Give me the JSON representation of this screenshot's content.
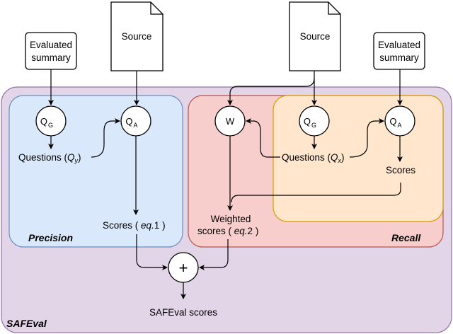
{
  "nodes": {
    "evaluated_summary_left": {
      "line1": "Evaluated",
      "line2": "summary"
    },
    "evaluated_summary_right": {
      "line1": "Evaluated",
      "line2": "summary"
    },
    "source_left": "Source",
    "source_right": "Source",
    "qg_precision": {
      "main": "Q",
      "sub": "G"
    },
    "qa_precision": {
      "main": "Q",
      "sub": "A"
    },
    "w_recall": "W",
    "qg_recall": {
      "main": "Q",
      "sub": "G"
    },
    "qa_recall": {
      "main": "Q",
      "sub": "A"
    },
    "plus": "+"
  },
  "labels": {
    "questions_precision": {
      "prefix": "Questions (",
      "var": "Q",
      "var_sub": "y",
      "suffix": ")"
    },
    "questions_recall": {
      "prefix": "Questions (",
      "var": "Q",
      "var_sub": "x",
      "suffix": ")"
    },
    "scores_precision": {
      "prefix": "Scores ( ",
      "eq": "eq.",
      "eq_num": "1",
      "suffix": " )"
    },
    "weighted_scores": {
      "line1": "Weighted",
      "prefix": "scores ( ",
      "eq": "eq.",
      "eq_num": "2",
      "suffix": " )"
    },
    "scores_recall": "Scores",
    "safeval_scores": "SAFEval scores"
  },
  "regions": {
    "precision": "Precision",
    "recall": "Recall",
    "safeval": "SAFEval"
  },
  "colors": {
    "safeval_fill": "#e1d5e7",
    "safeval_stroke": "#9673a6",
    "precision_fill": "#dae8fc",
    "precision_stroke": "#6c8ebf",
    "recall_fill": "#f8cecc",
    "recall_stroke": "#b85450",
    "inner_fill": "#ffe6cc",
    "inner_stroke": "#d79b00"
  }
}
